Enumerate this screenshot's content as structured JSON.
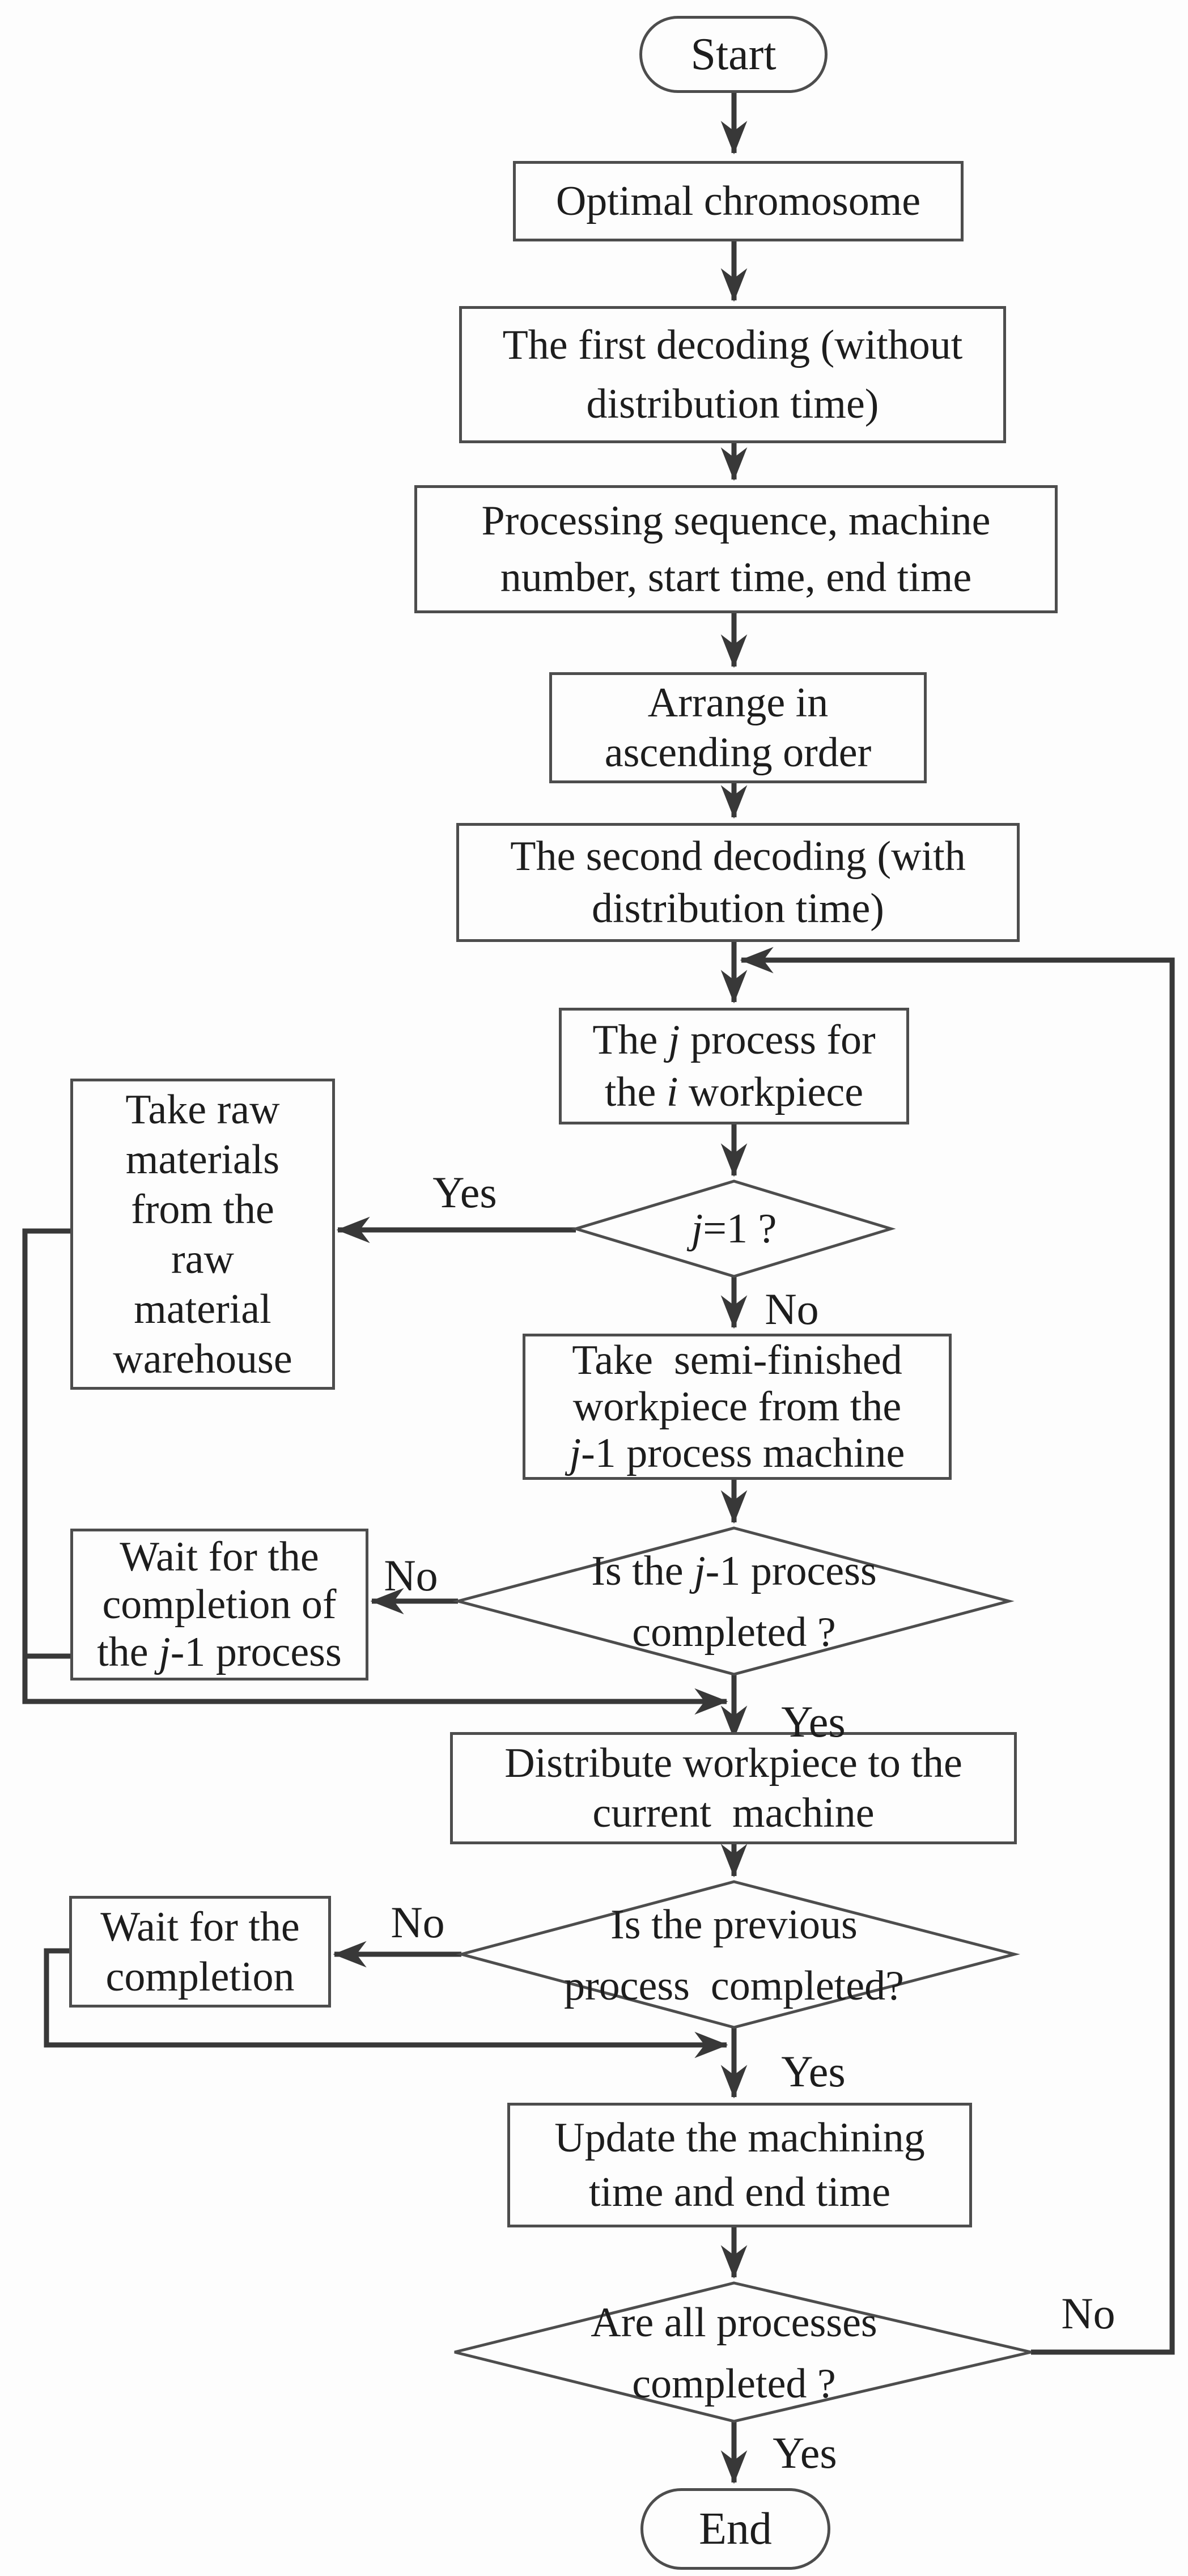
{
  "figure_title": "Decoding flowchart",
  "colors": {
    "line": "#383838",
    "shape_border": "#4d4d4d",
    "shape_fill": "#fdfdfd",
    "text": "#1d1d1d",
    "background": "#fdfdfd"
  },
  "nodes": {
    "start": {
      "text": "Start"
    },
    "optimal": {
      "text": "Optimal chromosome"
    },
    "first_decoding": {
      "lines": [
        "The first decoding (without",
        "distribution time)"
      ]
    },
    "proc_seq": {
      "lines": [
        "Processing sequence, machine",
        "number, start time, end time"
      ]
    },
    "arrange": {
      "lines": [
        "Arrange in",
        "ascending order"
      ]
    },
    "second_decoding": {
      "lines": [
        "The second decoding (with",
        "distribution time)"
      ]
    },
    "j_process": {
      "l1_pre": "The ",
      "l1_var": "j",
      "l1_post": " process for",
      "l2_pre": "the ",
      "l2_var": "i",
      "l2_post": " workpiece"
    },
    "j1_decision": {
      "var": "j",
      "post": "=1 ?"
    },
    "take_raw": {
      "lines": [
        "Take raw",
        "materials",
        "from the",
        "raw",
        "material",
        "warehouse"
      ]
    },
    "take_semi": {
      "l1": "Take  semi-finished",
      "l2": "workpiece from the",
      "l3_var": "j",
      "l3_post": "-1 process machine"
    },
    "j1_completed": {
      "l1_pre": "Is the ",
      "l1_var": "j",
      "l1_post": "-1 process",
      "l2": "completed ?"
    },
    "wait_j1": {
      "l1": "Wait for the",
      "l2": "completion of",
      "l3_pre": "the ",
      "l3_var": "j",
      "l3_post": "-1 process"
    },
    "distribute": {
      "lines": [
        "Distribute workpiece to the",
        "current  machine"
      ]
    },
    "prev_completed": {
      "lines": [
        "Is the previous",
        "process  completed?"
      ]
    },
    "wait_prev": {
      "lines": [
        "Wait for the",
        "completion"
      ]
    },
    "update": {
      "lines": [
        "Update the machining",
        "time and end time"
      ]
    },
    "all_completed": {
      "lines": [
        "Are all processes",
        "completed ?"
      ]
    },
    "end": {
      "text": "End"
    }
  },
  "edge_labels": {
    "j1_yes": "Yes",
    "j1_no": "No",
    "j1c_no": "No",
    "j1c_yes": "Yes",
    "prev_no": "No",
    "prev_yes": "Yes",
    "all_no": "No",
    "all_yes": "Yes"
  }
}
